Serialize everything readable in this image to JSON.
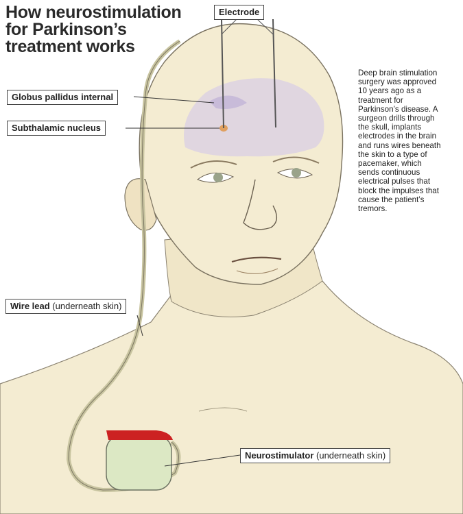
{
  "title": {
    "line1": "How neurostimulation",
    "line2": "for Parkinson’s",
    "line3": "treatment works"
  },
  "labels": {
    "electrode": "Electrode",
    "globus": "Globus pallidus internal",
    "subthalamic": "Subthalamic nucleus",
    "wire_lead_bold": "Wire lead",
    "wire_lead_rest": " (underneath skin)",
    "neuro_bold": "Neurostimulator",
    "neuro_rest": " (underneath skin)"
  },
  "description": "Deep brain stimulation\nsurgery was approved\n10 years ago as a\ntreatment for\nParkinson’s disease. A\nsurgeon drills through\nthe skull, implants\nelectrodes in the brain\nand runs wires beneath\nthe skin to a type of\npacemaker, which\nsends continuous\nelectrical pulses that\nblock the impulses that\ncause the patient’s\ntremors.",
  "colors": {
    "skin": "#f4ecd2",
    "brain": "#d9cfe4",
    "nucleus": "#e0a060",
    "device": "#dce8c4",
    "device_cap": "#cc2222",
    "wire": "#c8c4a0"
  }
}
